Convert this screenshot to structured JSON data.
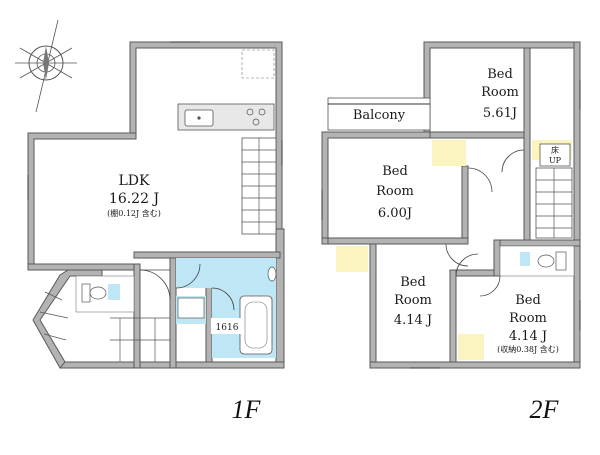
{
  "floor1": {
    "label": "1F",
    "ldk": {
      "name": "LDK",
      "size": "16.22 J",
      "note": "(棚0.12J 含む)"
    },
    "washroom_size": "1616"
  },
  "floor2": {
    "label": "2F",
    "balcony": "Balcony",
    "bed_top": {
      "line1": "Bed",
      "line2": "Room",
      "size": "5.61J"
    },
    "bed_center": {
      "line1": "Bed",
      "line2": "Room",
      "size": "6.00J"
    },
    "bed_lower_left": {
      "line1": "Bed",
      "line2": "Room",
      "size": "4.14 J"
    },
    "bed_lower_right": {
      "line1": "Bed",
      "line2": "Room",
      "size": "4.14 J",
      "note": "(収納0.38J 含む)"
    },
    "floor_up": {
      "line1": "床",
      "line2": "UP"
    }
  },
  "colors": {
    "wall": "#b3b3b3",
    "wet_area": "#bfe6f5",
    "closet": "#fbf3c0"
  },
  "icons": [
    "compass-rose-icon",
    "stairs-icon",
    "toilet-icon",
    "bathtub-icon",
    "kitchen-sink-icon",
    "stove-icon",
    "door-swing-icon"
  ]
}
